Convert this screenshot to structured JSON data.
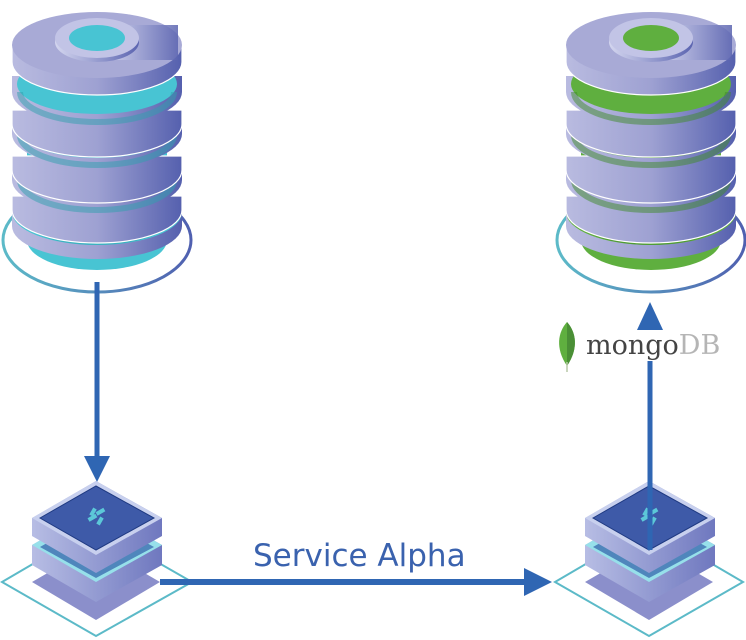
{
  "diagram": {
    "title": "",
    "colors": {
      "arrow": "#2f66b3",
      "cylinder_body": "#a9aad4",
      "cylinder_shadow": "#5b64b0",
      "left_db_fill": "#48c4d3",
      "right_db_fill": "#5faf3f",
      "ring": "#5cbac8",
      "service_top": "#3e5aa8",
      "service_glyph": "#5cc8d8",
      "mongo_leaf": "#5faf3f"
    },
    "nodes": [
      {
        "id": "source-db",
        "type": "database",
        "fill": "cyan"
      },
      {
        "id": "target-db",
        "type": "database",
        "fill": "green"
      },
      {
        "id": "source-service",
        "type": "service-node"
      },
      {
        "id": "target-service",
        "type": "service-node"
      }
    ],
    "edges": [
      {
        "from": "source-db",
        "to": "source-service",
        "label": ""
      },
      {
        "from": "source-service",
        "to": "target-service",
        "label": "Service Alpha"
      },
      {
        "from": "target-service",
        "to": "target-db",
        "label": ""
      }
    ],
    "edge_label": "Service Alpha",
    "logo": {
      "name": "mongodb-logo",
      "text_main": "mongo",
      "text_accent": "DB"
    }
  }
}
